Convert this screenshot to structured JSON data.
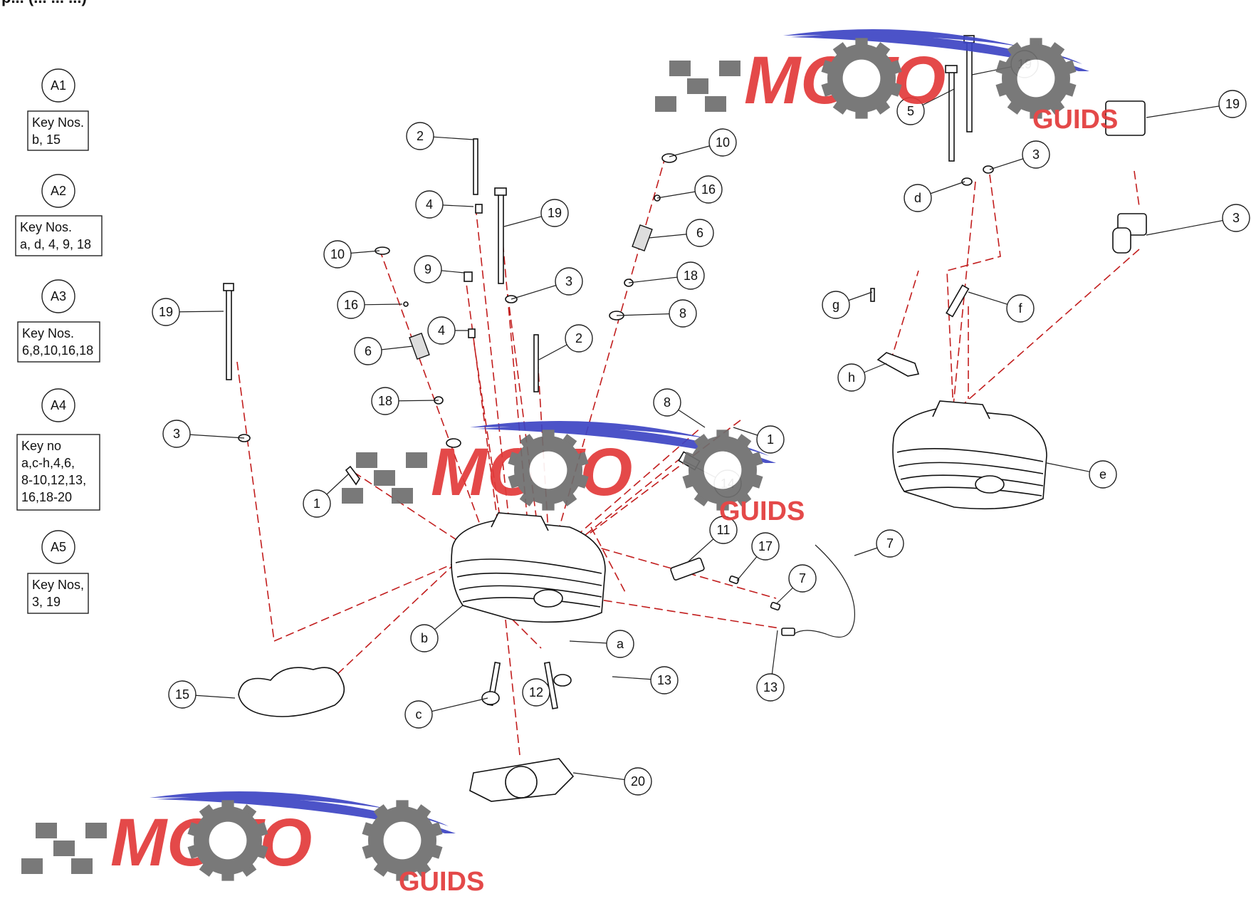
{
  "header_fragment": "p... (... ... ...)",
  "legend": [
    {
      "id": "A1",
      "lines": [
        "Key Nos.",
        "b, 15"
      ]
    },
    {
      "id": "A2",
      "lines": [
        "Key Nos.",
        "a, d, 4, 9, 18"
      ]
    },
    {
      "id": "A3",
      "lines": [
        "Key Nos.",
        "6,8,10,16,18"
      ]
    },
    {
      "id": "A4",
      "lines": [
        "Key no",
        "a,c-h,4,6,",
        "8-10,12,13,",
        "16,18-20"
      ]
    },
    {
      "id": "A5",
      "lines": [
        "Key Nos,",
        "3, 19"
      ]
    }
  ],
  "callouts": [
    {
      "label": "2"
    },
    {
      "label": "10"
    },
    {
      "label": "4"
    },
    {
      "label": "19"
    },
    {
      "label": "16"
    },
    {
      "label": "6"
    },
    {
      "label": "10"
    },
    {
      "label": "9"
    },
    {
      "label": "3"
    },
    {
      "label": "18"
    },
    {
      "label": "16"
    },
    {
      "label": "8"
    },
    {
      "label": "4"
    },
    {
      "label": "2"
    },
    {
      "label": "6"
    },
    {
      "label": "19"
    },
    {
      "label": "18"
    },
    {
      "label": "3"
    },
    {
      "label": "8"
    },
    {
      "label": "1"
    },
    {
      "label": "1"
    },
    {
      "label": "14"
    },
    {
      "label": "11"
    },
    {
      "label": "17"
    },
    {
      "label": "7"
    },
    {
      "label": "7"
    },
    {
      "label": "b"
    },
    {
      "label": "a"
    },
    {
      "label": "13"
    },
    {
      "label": "12"
    },
    {
      "label": "13"
    },
    {
      "label": "15"
    },
    {
      "label": "c"
    },
    {
      "label": "20"
    },
    {
      "label": "5"
    },
    {
      "label": "19"
    },
    {
      "label": "19"
    },
    {
      "label": "d"
    },
    {
      "label": "3"
    },
    {
      "label": "3"
    },
    {
      "label": "g"
    },
    {
      "label": "f"
    },
    {
      "label": "h"
    },
    {
      "label": "e"
    },
    {
      "label": "a"
    }
  ],
  "watermark": {
    "word": "MOTO",
    "sub": "GUIDS"
  },
  "colors": {
    "explode_line": "#c21e1e",
    "logo_red": "#e23a3a",
    "logo_blue": "#3d45c4",
    "logo_grey": "#6e6e6e"
  }
}
